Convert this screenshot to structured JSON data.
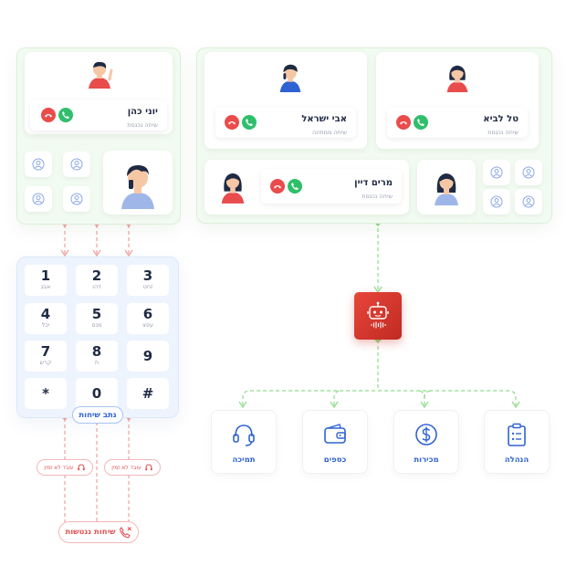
{
  "left_panel": {
    "top_call": {
      "name": "יוני כהן",
      "status": "שיחה נכנסת"
    }
  },
  "right_panel": {
    "calls": [
      {
        "name": "אבי ישראל",
        "status": "שיחה ממתינה"
      },
      {
        "name": "טל לביא",
        "status": "שיחה נכנסת"
      },
      {
        "name": "מרים דיין",
        "status": "שיחה נכנסת"
      }
    ]
  },
  "keypad": {
    "keys": [
      {
        "digit": "1",
        "letters": "אבג"
      },
      {
        "digit": "2",
        "letters": "דהו"
      },
      {
        "digit": "3",
        "letters": "זחט"
      },
      {
        "digit": "4",
        "letters": "יכל"
      },
      {
        "digit": "5",
        "letters": "מנס"
      },
      {
        "digit": "6",
        "letters": "עפצ"
      },
      {
        "digit": "7",
        "letters": "קרש"
      },
      {
        "digit": "8",
        "letters": "ת"
      },
      {
        "digit": "9",
        "letters": ""
      },
      {
        "digit": "*",
        "letters": ""
      },
      {
        "digit": "0",
        "letters": ""
      },
      {
        "digit": "#",
        "letters": ""
      }
    ],
    "routing_label": "נתב שיחות"
  },
  "unavailable": [
    {
      "label": "עובד לא זמין"
    },
    {
      "label": "עובד לא זמין"
    }
  ],
  "missed_calls": {
    "label": "שיחות ננטשות"
  },
  "departments": [
    {
      "label": "תמיכה",
      "icon": "headset-icon"
    },
    {
      "label": "כספים",
      "icon": "wallet-icon"
    },
    {
      "label": "מכירות",
      "icon": "dollar-coin-icon"
    },
    {
      "label": "הנהלה",
      "icon": "clipboard-icon"
    }
  ],
  "colors": {
    "green_accent": "#2fbf6b",
    "red_accent": "#ea4b4b",
    "blue_accent": "#2f63d3",
    "bot_red": "#d9372b",
    "flow_green": "#8fdc8a",
    "flow_red": "#f0a0a0"
  }
}
